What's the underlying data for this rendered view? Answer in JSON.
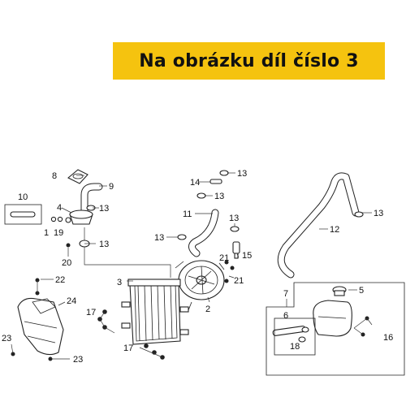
{
  "banner": {
    "text": "Na obrázku díl číslo 3",
    "color": "#f5c30f"
  },
  "callouts": [
    "1",
    "2",
    "3",
    "4",
    "5",
    "6",
    "7",
    "8",
    "9",
    "10",
    "11",
    "12",
    "13",
    "14",
    "15",
    "16",
    "17",
    "18",
    "19",
    "20",
    "21",
    "22",
    "23",
    "24"
  ]
}
